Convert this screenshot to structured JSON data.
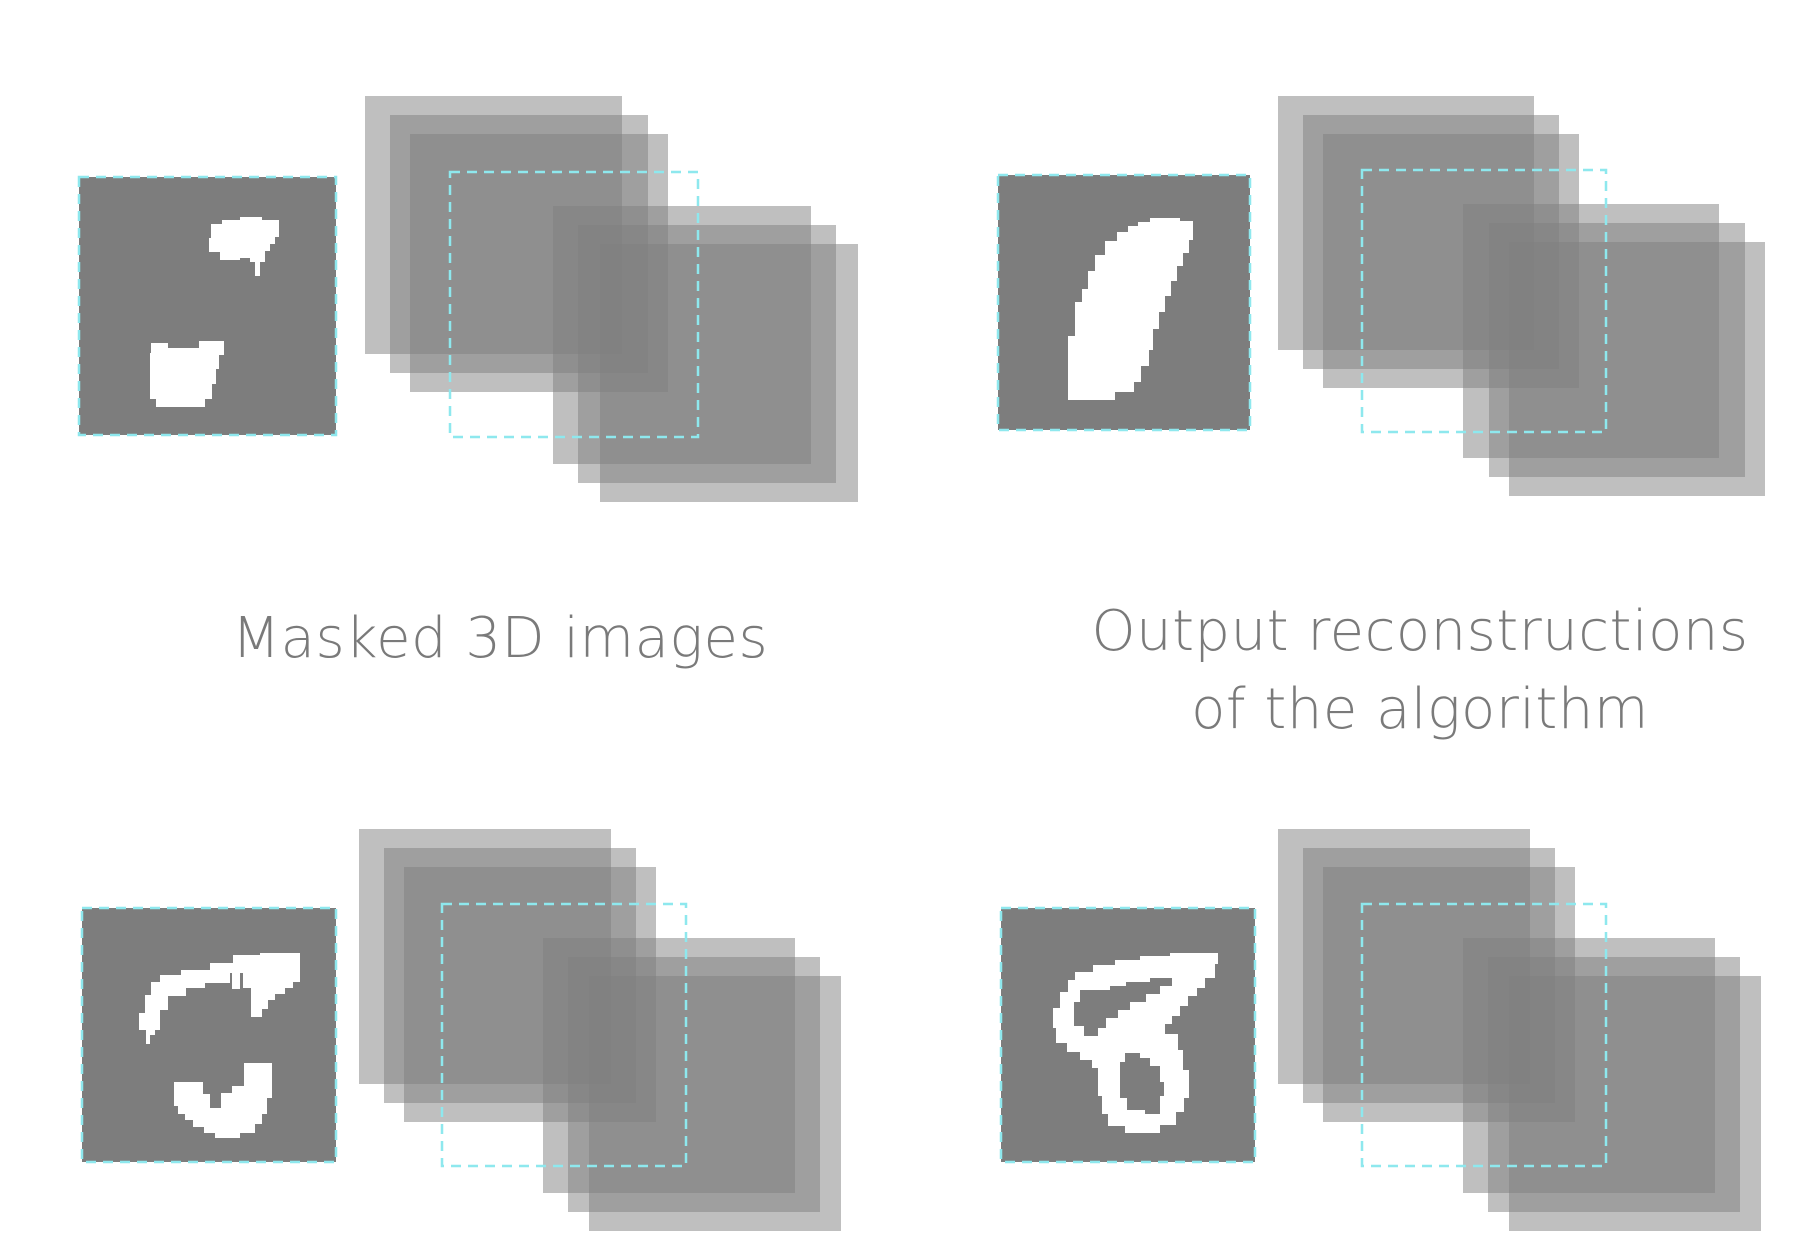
{
  "captions": {
    "masked": "Masked 3D images",
    "output_line1": "Output reconstructions",
    "output_line2": "of the algorithm"
  },
  "colors": {
    "slice_fill": "#7d7d7d",
    "stack_fill": "#808080",
    "digit_fill": "#ffffff",
    "outline": "#8ee8ee",
    "caption_text": "#7a7a7a",
    "background": "#ffffff"
  },
  "panels": [
    {
      "id": "masked-top",
      "role": "masked input",
      "digit": "masked-seven"
    },
    {
      "id": "output-top",
      "role": "output reconstruction",
      "digit": "one"
    },
    {
      "id": "masked-bottom",
      "role": "masked input",
      "digit": "masked-five"
    },
    {
      "id": "output-bottom",
      "role": "output reconstruction",
      "digit": "eight"
    }
  ]
}
